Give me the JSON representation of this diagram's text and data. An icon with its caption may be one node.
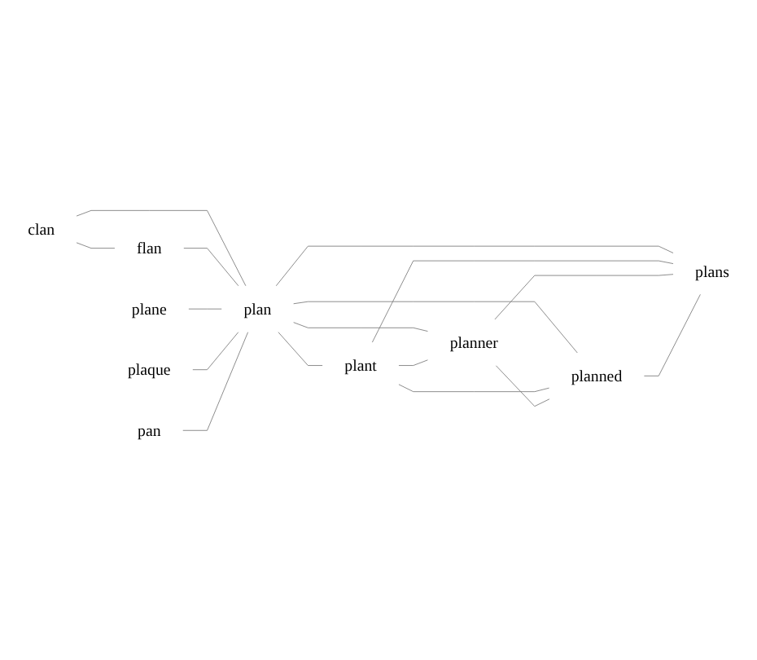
{
  "diagram": {
    "nodes": [
      {
        "text": [
          "flan"
        ]
      },
      {
        "text": [
          "clan"
        ]
      },
      {
        "text": [
          "plant"
        ]
      },
      {
        "text": [
          "plane"
        ]
      },
      {
        "text": [
          "plan"
        ]
      },
      {
        "text": [
          "planner"
        ]
      },
      {
        "text": [
          "plaque"
        ]
      },
      {
        "text": [
          "planned"
        ]
      },
      {
        "text": [
          "pan"
        ]
      },
      {
        "text": [
          "plans"
        ]
      }
    ],
    "edges": [
      {
        "from": 1,
        "to": 0,
        "arrow": "none"
      },
      {
        "from": 1,
        "to": 4,
        "arrow": "none"
      },
      {
        "from": 0,
        "to": 4,
        "arrow": "none"
      },
      {
        "from": 3,
        "to": 4,
        "arrow": "none"
      },
      {
        "from": 6,
        "to": 4,
        "arrow": "none"
      },
      {
        "from": 8,
        "to": 4,
        "arrow": "none"
      },
      {
        "from": 4,
        "to": 2,
        "arrow": "none"
      },
      {
        "from": 4,
        "to": 5,
        "arrow": "none"
      },
      {
        "from": 4,
        "to": 7,
        "arrow": "none"
      },
      {
        "from": 4,
        "to": 9,
        "arrow": "none"
      },
      {
        "from": 2,
        "to": 5,
        "arrow": "none"
      },
      {
        "from": 2,
        "to": 7,
        "arrow": "none"
      },
      {
        "from": 2,
        "to": 9,
        "arrow": "none"
      },
      {
        "from": 5,
        "to": 7,
        "arrow": "none"
      },
      {
        "from": 5,
        "to": 9,
        "arrow": "none"
      },
      {
        "from": 7,
        "to": 9,
        "arrow": "none"
      }
    ]
  }
}
